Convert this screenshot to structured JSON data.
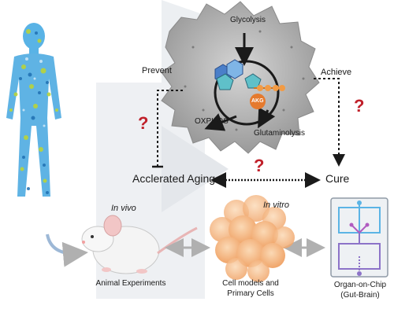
{
  "labels": {
    "glycolysis": "Glycolysis",
    "oxphos": "OXPHOS",
    "glutaminolysis": "Glutaminolysis",
    "akg": "AKG",
    "prevent": "Prevent",
    "achieve": "Achieve",
    "aging": "Acclerated Aging",
    "cure": "Cure",
    "in_vivo": "In vivo",
    "in_vitro": "In vitro",
    "animal": "Animal Experiments",
    "cell_models_1": "Cell models and",
    "cell_models_2": "Primary Cells",
    "organ_chip_1": "Organ-on-Chip",
    "organ_chip_2": "(Gut-Brain)",
    "question": "?"
  },
  "colors": {
    "question_mark": "#c0202a",
    "cell_body": "#a6a6a6",
    "human_blue": "#3aa0dc",
    "human_green": "#b9d43a",
    "akg": "#e57a2e",
    "pentagon_teal": "#5fc0c9",
    "hexagon_blue": "#4a7fc9",
    "chip_blue": "#5bb4e5",
    "chip_purple": "#8c73c8",
    "cell_orange": "#f3b784"
  }
}
